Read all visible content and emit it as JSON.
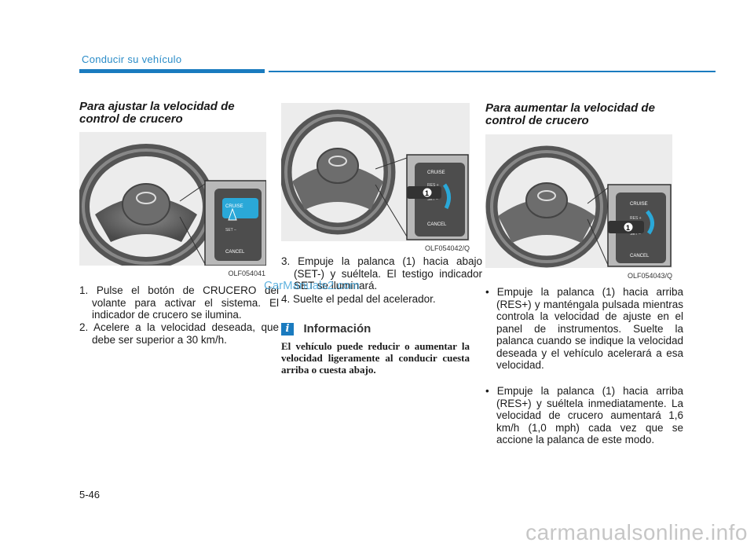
{
  "header": {
    "section_title": "Conducir su vehículo"
  },
  "column1": {
    "heading": "Para ajustar la velocidad de control de crucero",
    "figure_code": "OLF054041",
    "items": [
      "1. Pulse el botón de CRUCERO del volante para activar el sistema. El indicador de crucero se ilumina.",
      "2. Acelere a la velocidad deseada, que debe ser superior a 30 km/h."
    ]
  },
  "column2": {
    "figure_code": "OLF054042/Q",
    "items": [
      "3. Empuje la palanca (1) hacia abajo (SET-) y suéltela. El testigo indicador SET se iluminará.",
      "4. Suelte el pedal del acelerador."
    ],
    "info": {
      "icon_glyph": "i",
      "title": "Información",
      "body": "El vehículo puede reducir o aumentar la velocidad ligeramente al conducir cuesta arriba o cuesta abajo."
    }
  },
  "column3": {
    "heading": "Para aumentar la velocidad de control de crucero",
    "figure_code": "OLF054043/Q",
    "bullets": [
      "• Empuje la palanca (1) hacia arriba (RES+) y manténgala pulsada mientras controla la velocidad de ajuste en el panel de instrumentos. Suelte la palanca cuando se indique la velocidad deseada y el vehículo acelerará a esa velocidad.",
      "• Empuje la palanca (1) hacia arriba (RES+) y suéltela inmediatamente. La velocidad de crucero aumentará 1,6 km/h (1,0 mph) cada vez que se accione la palanca de este modo."
    ]
  },
  "figure_labels": {
    "cruise": "CRUISE",
    "res": "RES +",
    "set": "SET –",
    "cancel": "CANCEL",
    "callout": "1"
  },
  "colors": {
    "accent": "#1a7bbf",
    "highlight": "#2aa8d8"
  },
  "page_number": "5-46",
  "watermark_text": "CarManuals2.com",
  "footer_watermark": "carmanualsonline.info"
}
